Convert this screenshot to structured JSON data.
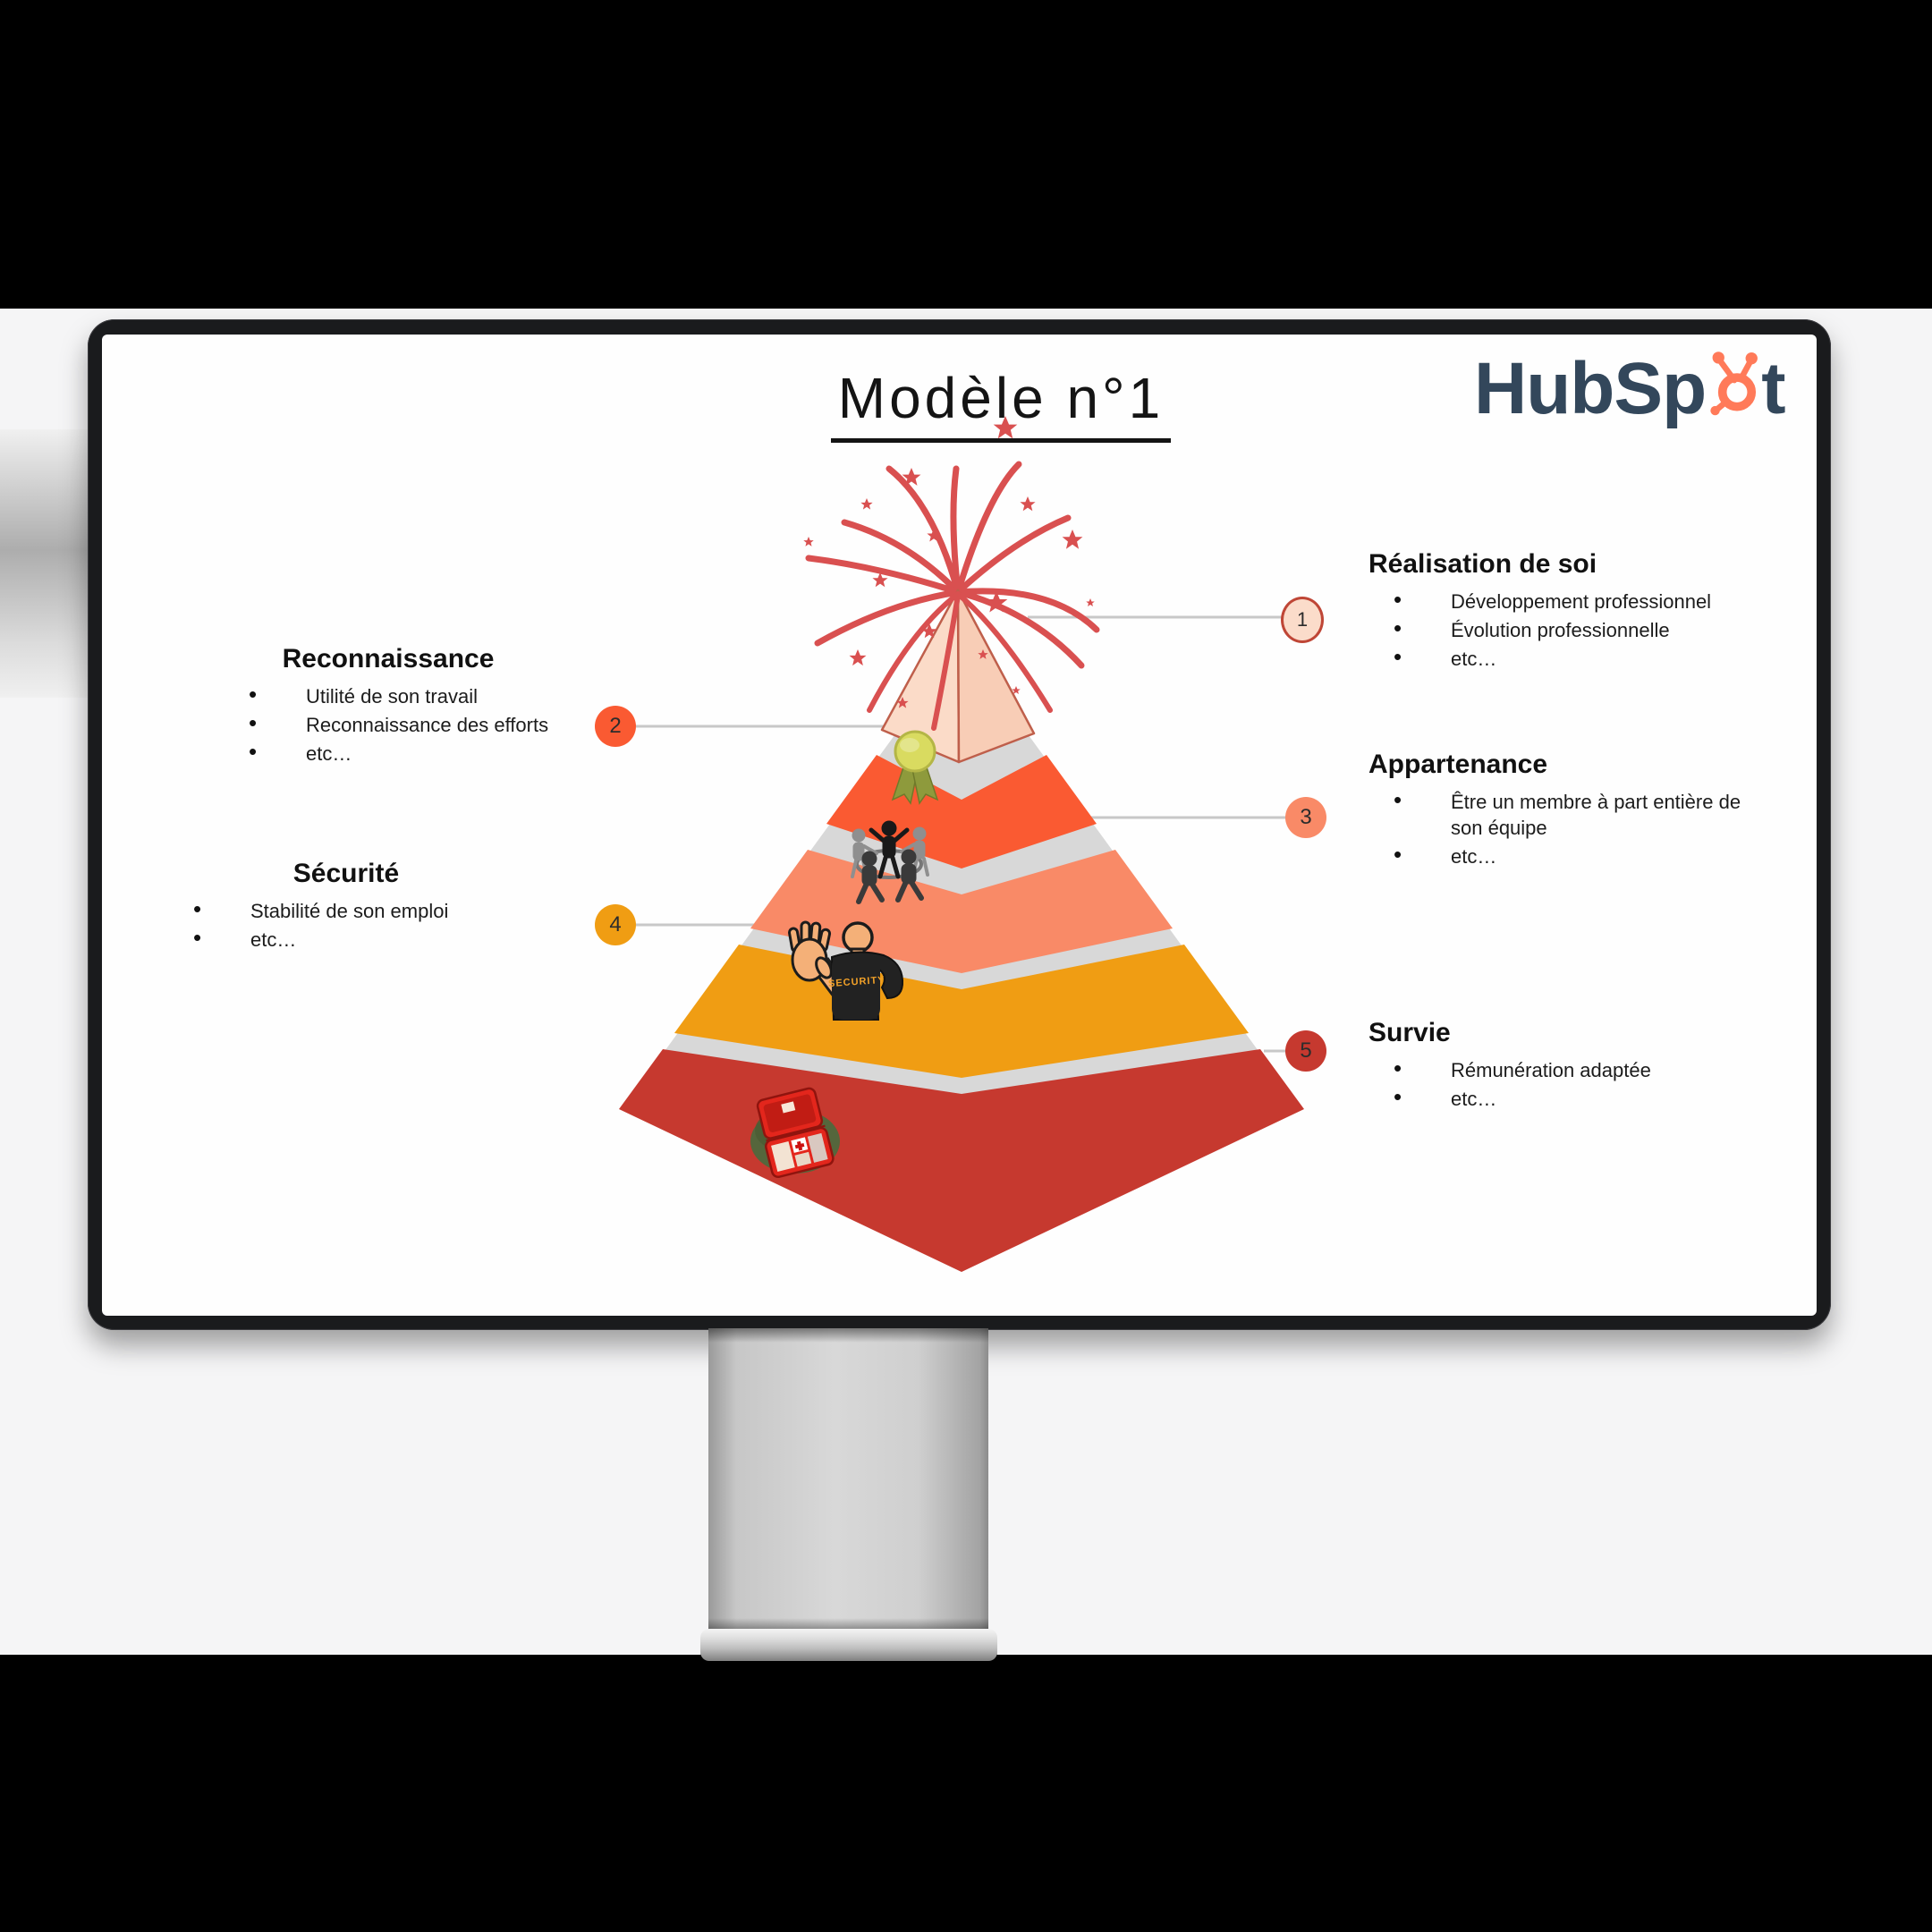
{
  "slide": {
    "title": "Modèle n°1",
    "logo": {
      "name": "HubSpot",
      "text_before": "HubSp",
      "text_after": "t",
      "navy": "#33475b",
      "orange": "#ff7a59"
    },
    "sections": [
      {
        "number": "1",
        "heading": "Réalisation de soi",
        "bullets": [
          "Développement professionnel",
          "Évolution professionnelle",
          "etc…"
        ],
        "side": "right",
        "color": "#fbdcca"
      },
      {
        "number": "2",
        "heading": "Reconnaissance",
        "bullets": [
          "Utilité de son travail",
          "Reconnaissance des efforts",
          "etc…"
        ],
        "side": "left",
        "color": "#fa5a32"
      },
      {
        "number": "3",
        "heading": "Appartenance",
        "bullets": [
          "Être un membre à part entière de son équipe",
          "etc…"
        ],
        "side": "right",
        "color": "#f98a67"
      },
      {
        "number": "4",
        "heading": "Sécurité",
        "bullets": [
          "Stabilité de son emploi",
          "etc…"
        ],
        "side": "left",
        "color": "#f09d13"
      },
      {
        "number": "5",
        "heading": "Survie",
        "bullets": [
          "Rémunération adaptée",
          "etc…"
        ],
        "side": "right",
        "color": "#c6392f"
      }
    ],
    "pyramid": {
      "gap_color": "#d8d8d8",
      "levels": [
        {
          "rank": 1,
          "icon": "celebration-pyramid-fireworks",
          "color": "#fbdcca"
        },
        {
          "rank": 2,
          "icon": "medal",
          "color": "#fa5a32"
        },
        {
          "rank": 3,
          "icon": "team-circle",
          "color": "#f98a67"
        },
        {
          "rank": 4,
          "icon": "security-guard",
          "color": "#f09d13"
        },
        {
          "rank": 5,
          "icon": "first-aid-kit",
          "color": "#c6392f"
        }
      ]
    }
  }
}
